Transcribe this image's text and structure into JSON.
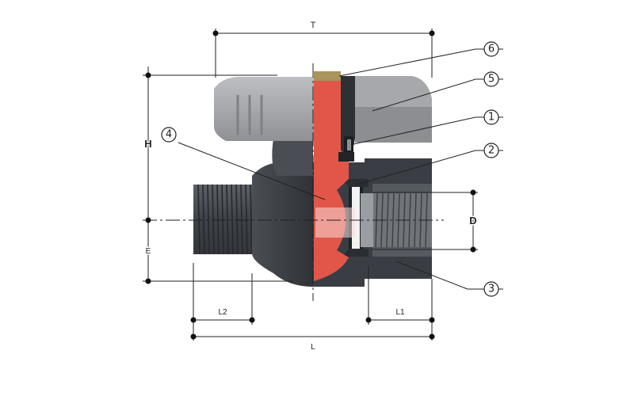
{
  "dimensions": {
    "T": "T",
    "H": "H",
    "E": "E",
    "D": "D",
    "L": "L",
    "L1": "L1",
    "L2": "L2"
  },
  "callouts": [
    {
      "id": "6",
      "label": "6"
    },
    {
      "id": "5",
      "label": "5"
    },
    {
      "id": "1",
      "label": "1"
    },
    {
      "id": "2",
      "label": "2"
    },
    {
      "id": "4",
      "label": "4"
    },
    {
      "id": "3",
      "label": "3"
    }
  ],
  "colors": {
    "body": "#4a4e54",
    "body_light": "#6a6f75",
    "handle": "#9c9ea2",
    "handle_light": "#b9bbbe",
    "section_red": "#e2564a",
    "section_dark": "#2d3035",
    "seat_white": "#f2f2f2",
    "cap_tan": "#a8945c",
    "line": "#222222"
  },
  "icons": [
    "dot-marker"
  ]
}
